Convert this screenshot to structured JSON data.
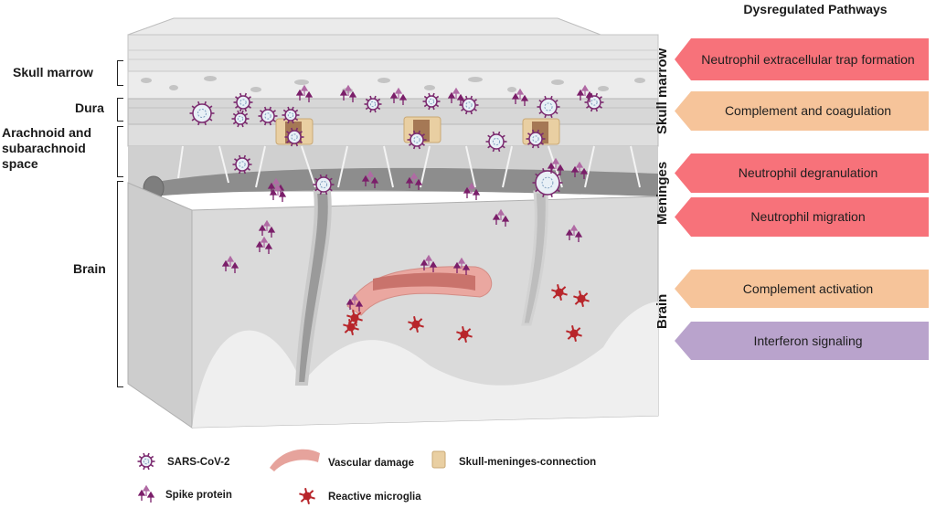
{
  "layers": {
    "skull_marrow": "Skull marrow",
    "dura": "Dura",
    "arachnoid": "Arachnoid and subarachnoid space",
    "brain": "Brain"
  },
  "pathways": {
    "heading": "Dysregulated Pathways",
    "groups": [
      {
        "label": "Skull marrow"
      },
      {
        "label": "Meninges"
      },
      {
        "label": "Brain"
      }
    ],
    "items": [
      {
        "label": "Neutrophil extracellular trap formation",
        "color": "#f7727a"
      },
      {
        "label": "Complement and coagulation",
        "color": "#f6c49a"
      },
      {
        "label": "Neutrophil degranulation",
        "color": "#f7727a"
      },
      {
        "label": "Neutrophil migration",
        "color": "#f7727a"
      },
      {
        "label": "Complement activation",
        "color": "#f6c49a"
      },
      {
        "label": "Interferon signaling",
        "color": "#b9a3cc"
      }
    ]
  },
  "legend": {
    "sars": "SARS-CoV-2",
    "spike": "Spike protein",
    "vascular": "Vascular damage",
    "microglia": "Reactive microglia",
    "connection": "Skull-meninges-connection"
  },
  "colors": {
    "virus": "#7b2a6f",
    "spike": "#7b1f6a",
    "microglia": "#b8262b",
    "vessel": "#e6a39c",
    "connection": "#e9cfa2"
  }
}
